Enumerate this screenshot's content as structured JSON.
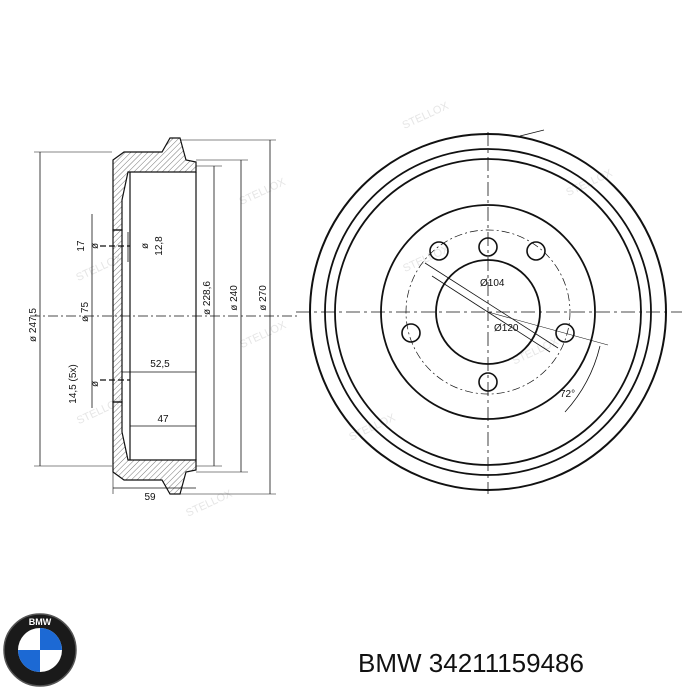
{
  "caption": {
    "brand": "BMW",
    "part_number": "34211159486"
  },
  "watermark_text": "STELLOX",
  "logo_letters": "BMW",
  "colors": {
    "line": "#111111",
    "logo_blue": "#1c69d4",
    "logo_black": "#1a1a1a"
  },
  "side_view": {
    "dims": {
      "d_247_5": "ø 247,5",
      "d_75": "ø 75",
      "d_228_6": "ø 228,6",
      "d_240": "ø 240",
      "d_270": "ø 270",
      "d_17": "17",
      "d_17_sym": "ø",
      "d_12_8": "12,8",
      "d_12_8_sym": "ø",
      "d_14_5": "14,5 (5x)",
      "d_14_5_sym": "ø",
      "d_52_5": "52,5",
      "d_47": "47",
      "d_59": "59"
    }
  },
  "front_view": {
    "dims": {
      "d_104": "Ø104",
      "d_120": "Ø120",
      "angle_72": "72°"
    }
  }
}
